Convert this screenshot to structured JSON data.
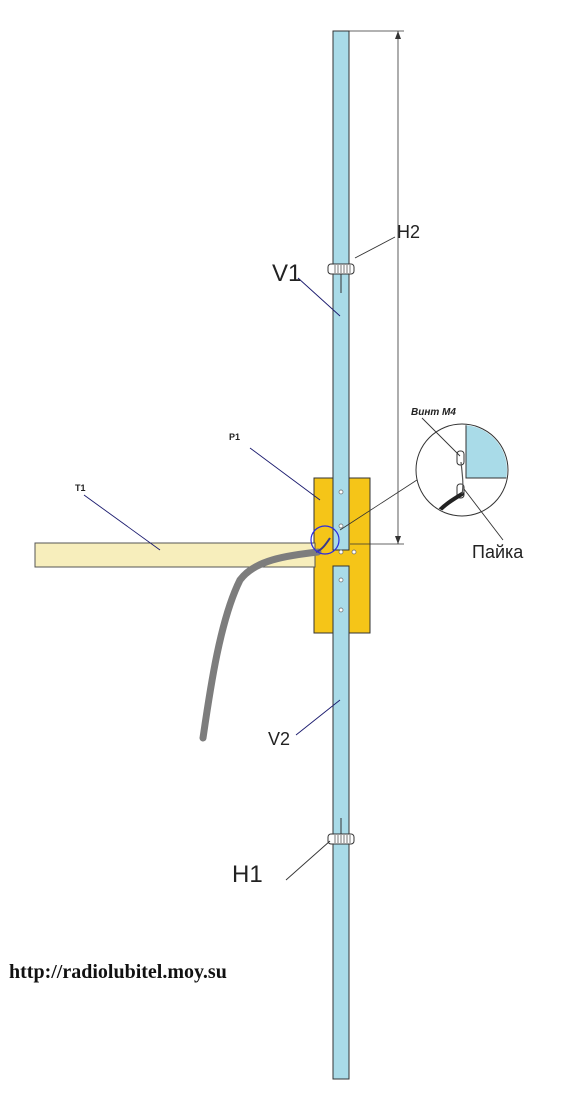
{
  "labels": {
    "v1": "V1",
    "v2": "V2",
    "h1": "H1",
    "h2": "H2",
    "p1": "P1",
    "t1": "T1",
    "screw": "Винт М4",
    "solder": "Пайка"
  },
  "watermark": "http://radiolubitel.moy.su",
  "colors": {
    "rod": "#a9dbe8",
    "plate": "#f5c518",
    "boom": "#f7eebc",
    "cable": "#7d7d7d",
    "outline": "#222222",
    "leader": "#1a1a6e"
  }
}
